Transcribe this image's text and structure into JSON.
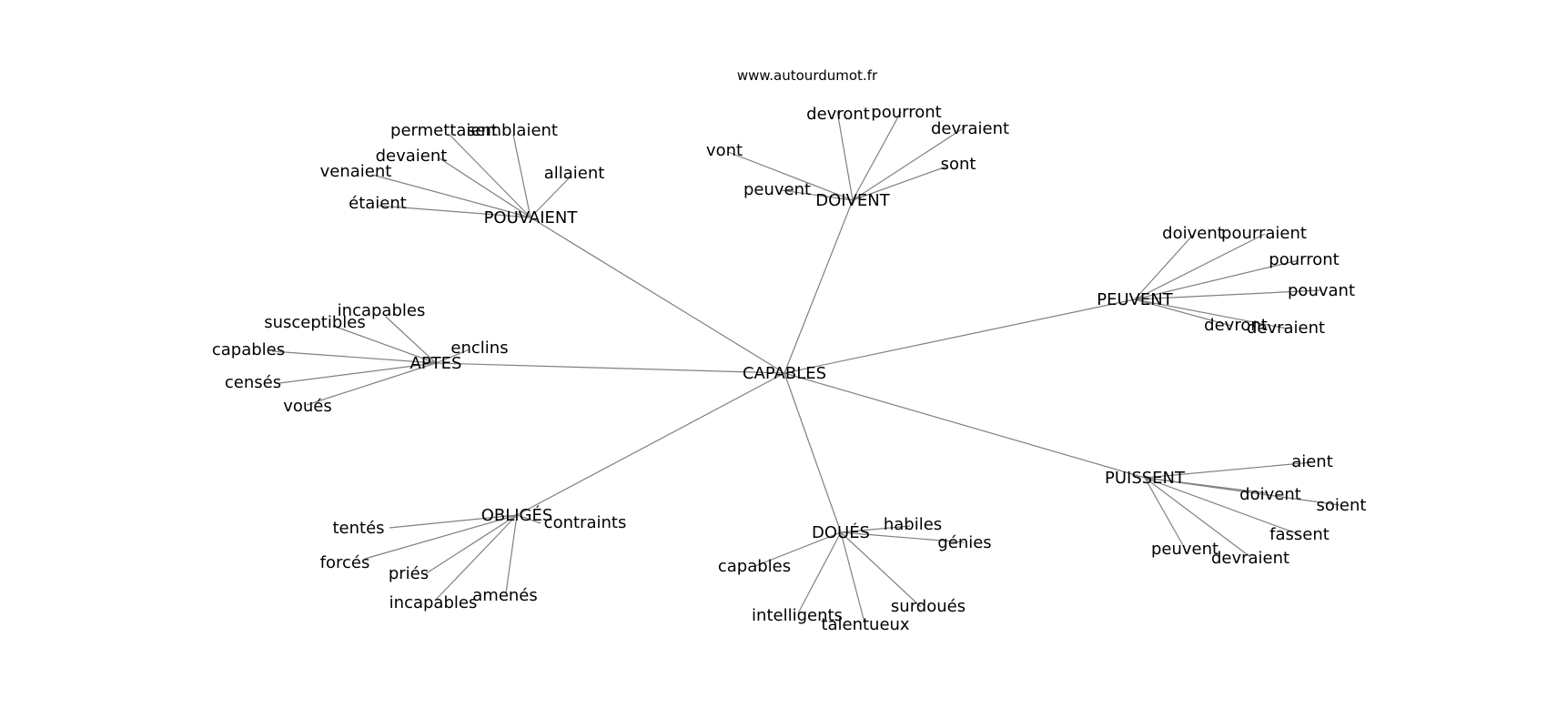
{
  "source": "www.autourdumot.fr",
  "graph": {
    "center": "CAPABLES",
    "clusters": [
      {
        "hub": "POUVAIENT",
        "words": [
          "permettaient",
          "semblaient",
          "devaient",
          "venaient",
          "allaient",
          "étaient"
        ]
      },
      {
        "hub": "DOIVENT",
        "words": [
          "devront",
          "pourront",
          "devraient",
          "vont",
          "sont",
          "peuvent"
        ]
      },
      {
        "hub": "PEUVENT",
        "words": [
          "doivent",
          "pourraient",
          "pourront",
          "pouvant",
          "devront",
          "devraient"
        ]
      },
      {
        "hub": "APTES",
        "words": [
          "incapables",
          "susceptibles",
          "capables",
          "enclins",
          "censés",
          "voués"
        ]
      },
      {
        "hub": "PUISSENT",
        "words": [
          "aient",
          "doivent",
          "soient",
          "fassent",
          "peuvent",
          "devraient"
        ]
      },
      {
        "hub": "OBLIGÉS",
        "words": [
          "contraints",
          "tentés",
          "forcés",
          "priés",
          "amenés",
          "incapables"
        ]
      },
      {
        "hub": "DOUÉS",
        "words": [
          "habiles",
          "génies",
          "capables",
          "surdoués",
          "intelligents",
          "talentueux"
        ]
      }
    ]
  }
}
